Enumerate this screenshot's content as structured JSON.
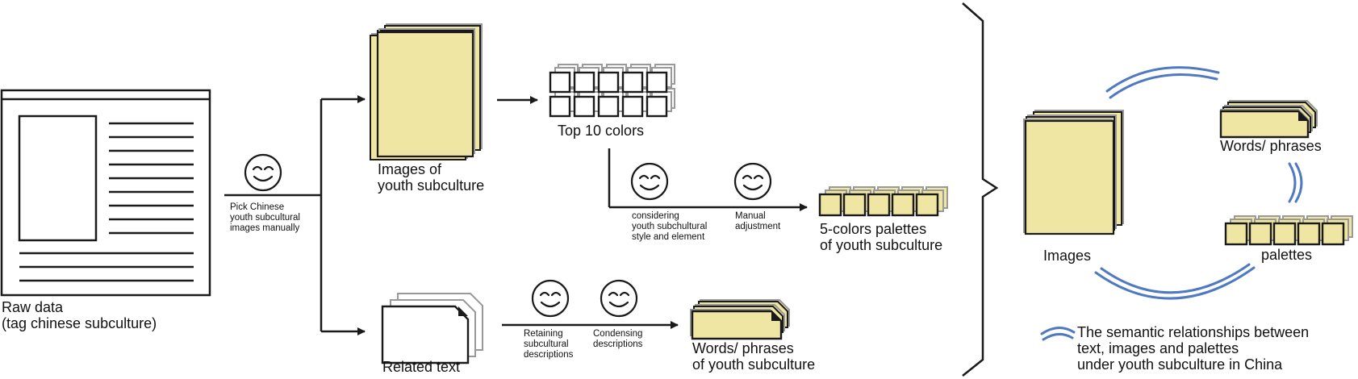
{
  "raw_data": {
    "label_line1": "Raw data",
    "label_line2": "(tag chinese subculture)"
  },
  "step_pick": {
    "line1": "Pick Chinese",
    "line2": "youth subcultural",
    "line3": "images manually"
  },
  "images_node": {
    "line1": "Images of",
    "line2": "youth subculture"
  },
  "top_colors": {
    "label": "Top 10 colors"
  },
  "step_considering": {
    "line1": "considering",
    "line2": "youth subchultural",
    "line3": "style and element"
  },
  "step_manual": {
    "line1": "Manual",
    "line2": "adjustment"
  },
  "palettes_node": {
    "line1": "5-colors palettes",
    "line2": "of youth subculture"
  },
  "related_text": {
    "label": "Related text"
  },
  "step_retaining": {
    "line1": "Retaining",
    "line2": "subcultural",
    "line3": "descriptions"
  },
  "step_condensing": {
    "line1": "Condensing",
    "line2": "descriptions"
  },
  "words_node": {
    "line1": "Words/ phrases",
    "line2": "of youth subculture"
  },
  "relations": {
    "images_label": "Images",
    "words_label": "Words/ phrases",
    "palettes_label": "palettes"
  },
  "legend": {
    "line1": "The semantic relationships between",
    "line2": "text, images and palettes",
    "line3": "under youth subculture in China"
  },
  "colors": {
    "yellow_fill": "#efe6a4",
    "relation_blue": "#4f79c2",
    "stroke": "#1a1a1a",
    "shadow_stroke": "#999999"
  }
}
